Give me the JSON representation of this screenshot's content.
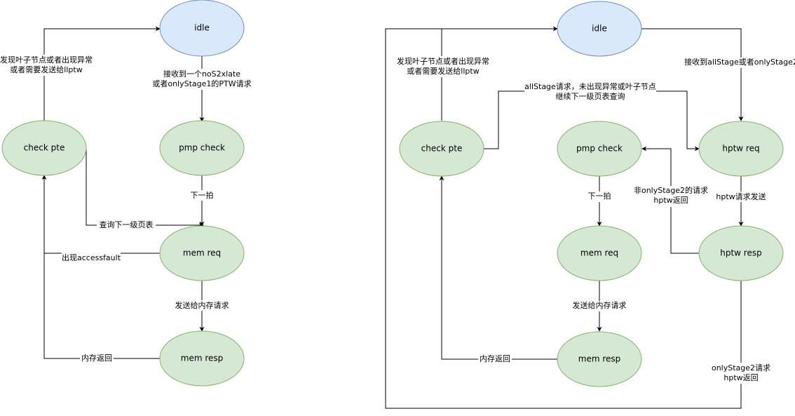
{
  "left_diagram": {
    "nodes": {
      "idle": "idle",
      "pmp_check": "pmp check",
      "mem_req": "mem req",
      "mem_resp": "mem resp",
      "check_pte": "check pte"
    },
    "edges": {
      "idle_to_pmp_line1": "接收到一个noS2xlate",
      "idle_to_pmp_line2": "或者onlyStage1的PTW请求",
      "pmp_to_memreq": "下一拍",
      "memreq_to_memresp": "发送给内存请求",
      "memresp_to_checkpte": "内存返回",
      "memreq_to_checkpte": "出现accessfault",
      "checkpte_to_memreq": "查询下一级页表",
      "checkpte_to_idle_line1": "发现叶子节点或者出现异常",
      "checkpte_to_idle_line2": "或者需要发送给llptw"
    }
  },
  "right_diagram": {
    "nodes": {
      "idle": "idle",
      "pmp_check": "pmp check",
      "mem_req": "mem req",
      "mem_resp": "mem resp",
      "check_pte": "check pte",
      "hptw_req": "hptw req",
      "hptw_resp": "hptw resp"
    },
    "edges": {
      "idle_to_hptwreq": "接收到allStage或者onlyStage2",
      "hptwreq_to_hptwresp": "hptw请求发送",
      "hptwresp_to_pmp_line1": "非onlyStage2的请求",
      "hptwresp_to_pmp_line2": "hptw返回",
      "hptwresp_to_idle_line1": "onlyStage2请求",
      "hptwresp_to_idle_line2": "hptw返回",
      "checkpte_to_hptwreq_line1": "allStage请求，未出现异常或叶子节点",
      "checkpte_to_hptwreq_line2": "继续下一级页表查询",
      "pmp_to_memreq": "下一拍",
      "memreq_to_memresp": "发送给内存请求",
      "memresp_to_checkpte": "内存返回",
      "checkpte_to_idle_line1": "发现叶子节点或者出现异常",
      "checkpte_to_idle_line2": "或者需要发送给llptw"
    }
  },
  "colors": {
    "state_fill": "#d5e8d4",
    "state_stroke": "#82b366",
    "idle_fill": "#dae8fc",
    "idle_stroke": "#6c8ebf",
    "edge": "#000000"
  }
}
